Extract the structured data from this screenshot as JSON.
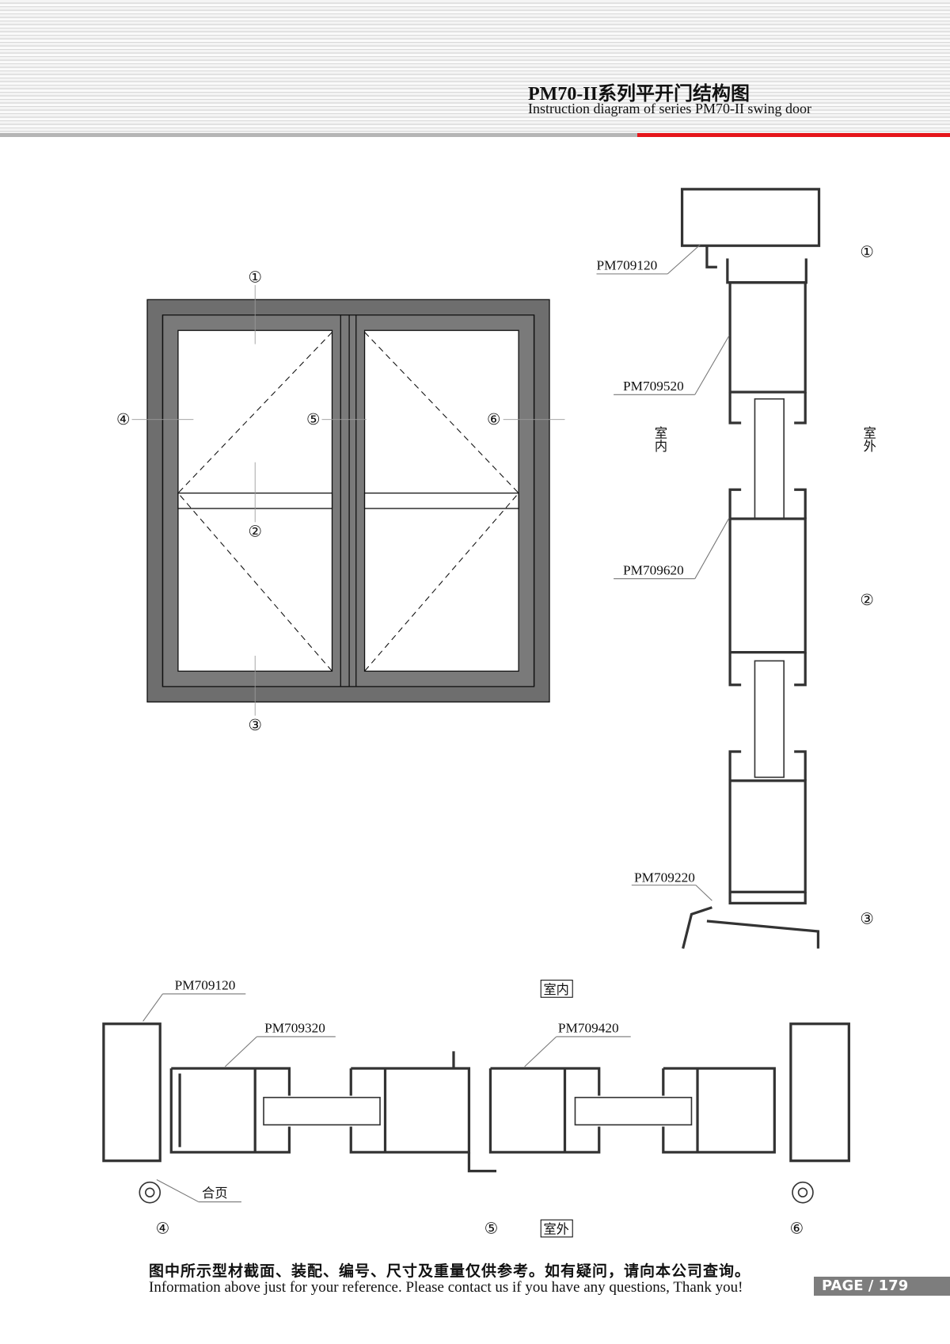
{
  "header": {
    "title": "PM70-II系列平开门结构图",
    "subtitle": "Instruction diagram of series PM70-II swing door"
  },
  "elevation": {
    "markers": [
      "①",
      "②",
      "③",
      "④",
      "⑤",
      "⑥"
    ]
  },
  "vertical_section": {
    "parts": [
      "PM709120",
      "PM709520",
      "PM709620",
      "PM709220"
    ],
    "markers": [
      "①",
      "②",
      "③"
    ],
    "indoor": "室内",
    "outdoor": "室外"
  },
  "horizontal_section": {
    "parts": [
      "PM709120",
      "PM709320",
      "PM709420"
    ],
    "hinge_label": "合页",
    "indoor": "室内",
    "outdoor": "室外",
    "markers": [
      "④",
      "⑤",
      "⑥"
    ]
  },
  "footer": {
    "note_cn": "图中所示型材截面、装配、编号、尺寸及重量仅供参考。如有疑问，请向本公司查询。",
    "note_en": "Information above just for your reference. Please contact us if you have any questions, Thank you!",
    "page": "PAGE  /  179"
  },
  "colors": {
    "accent": "#e5161b",
    "frame": "#6b6b6b"
  }
}
